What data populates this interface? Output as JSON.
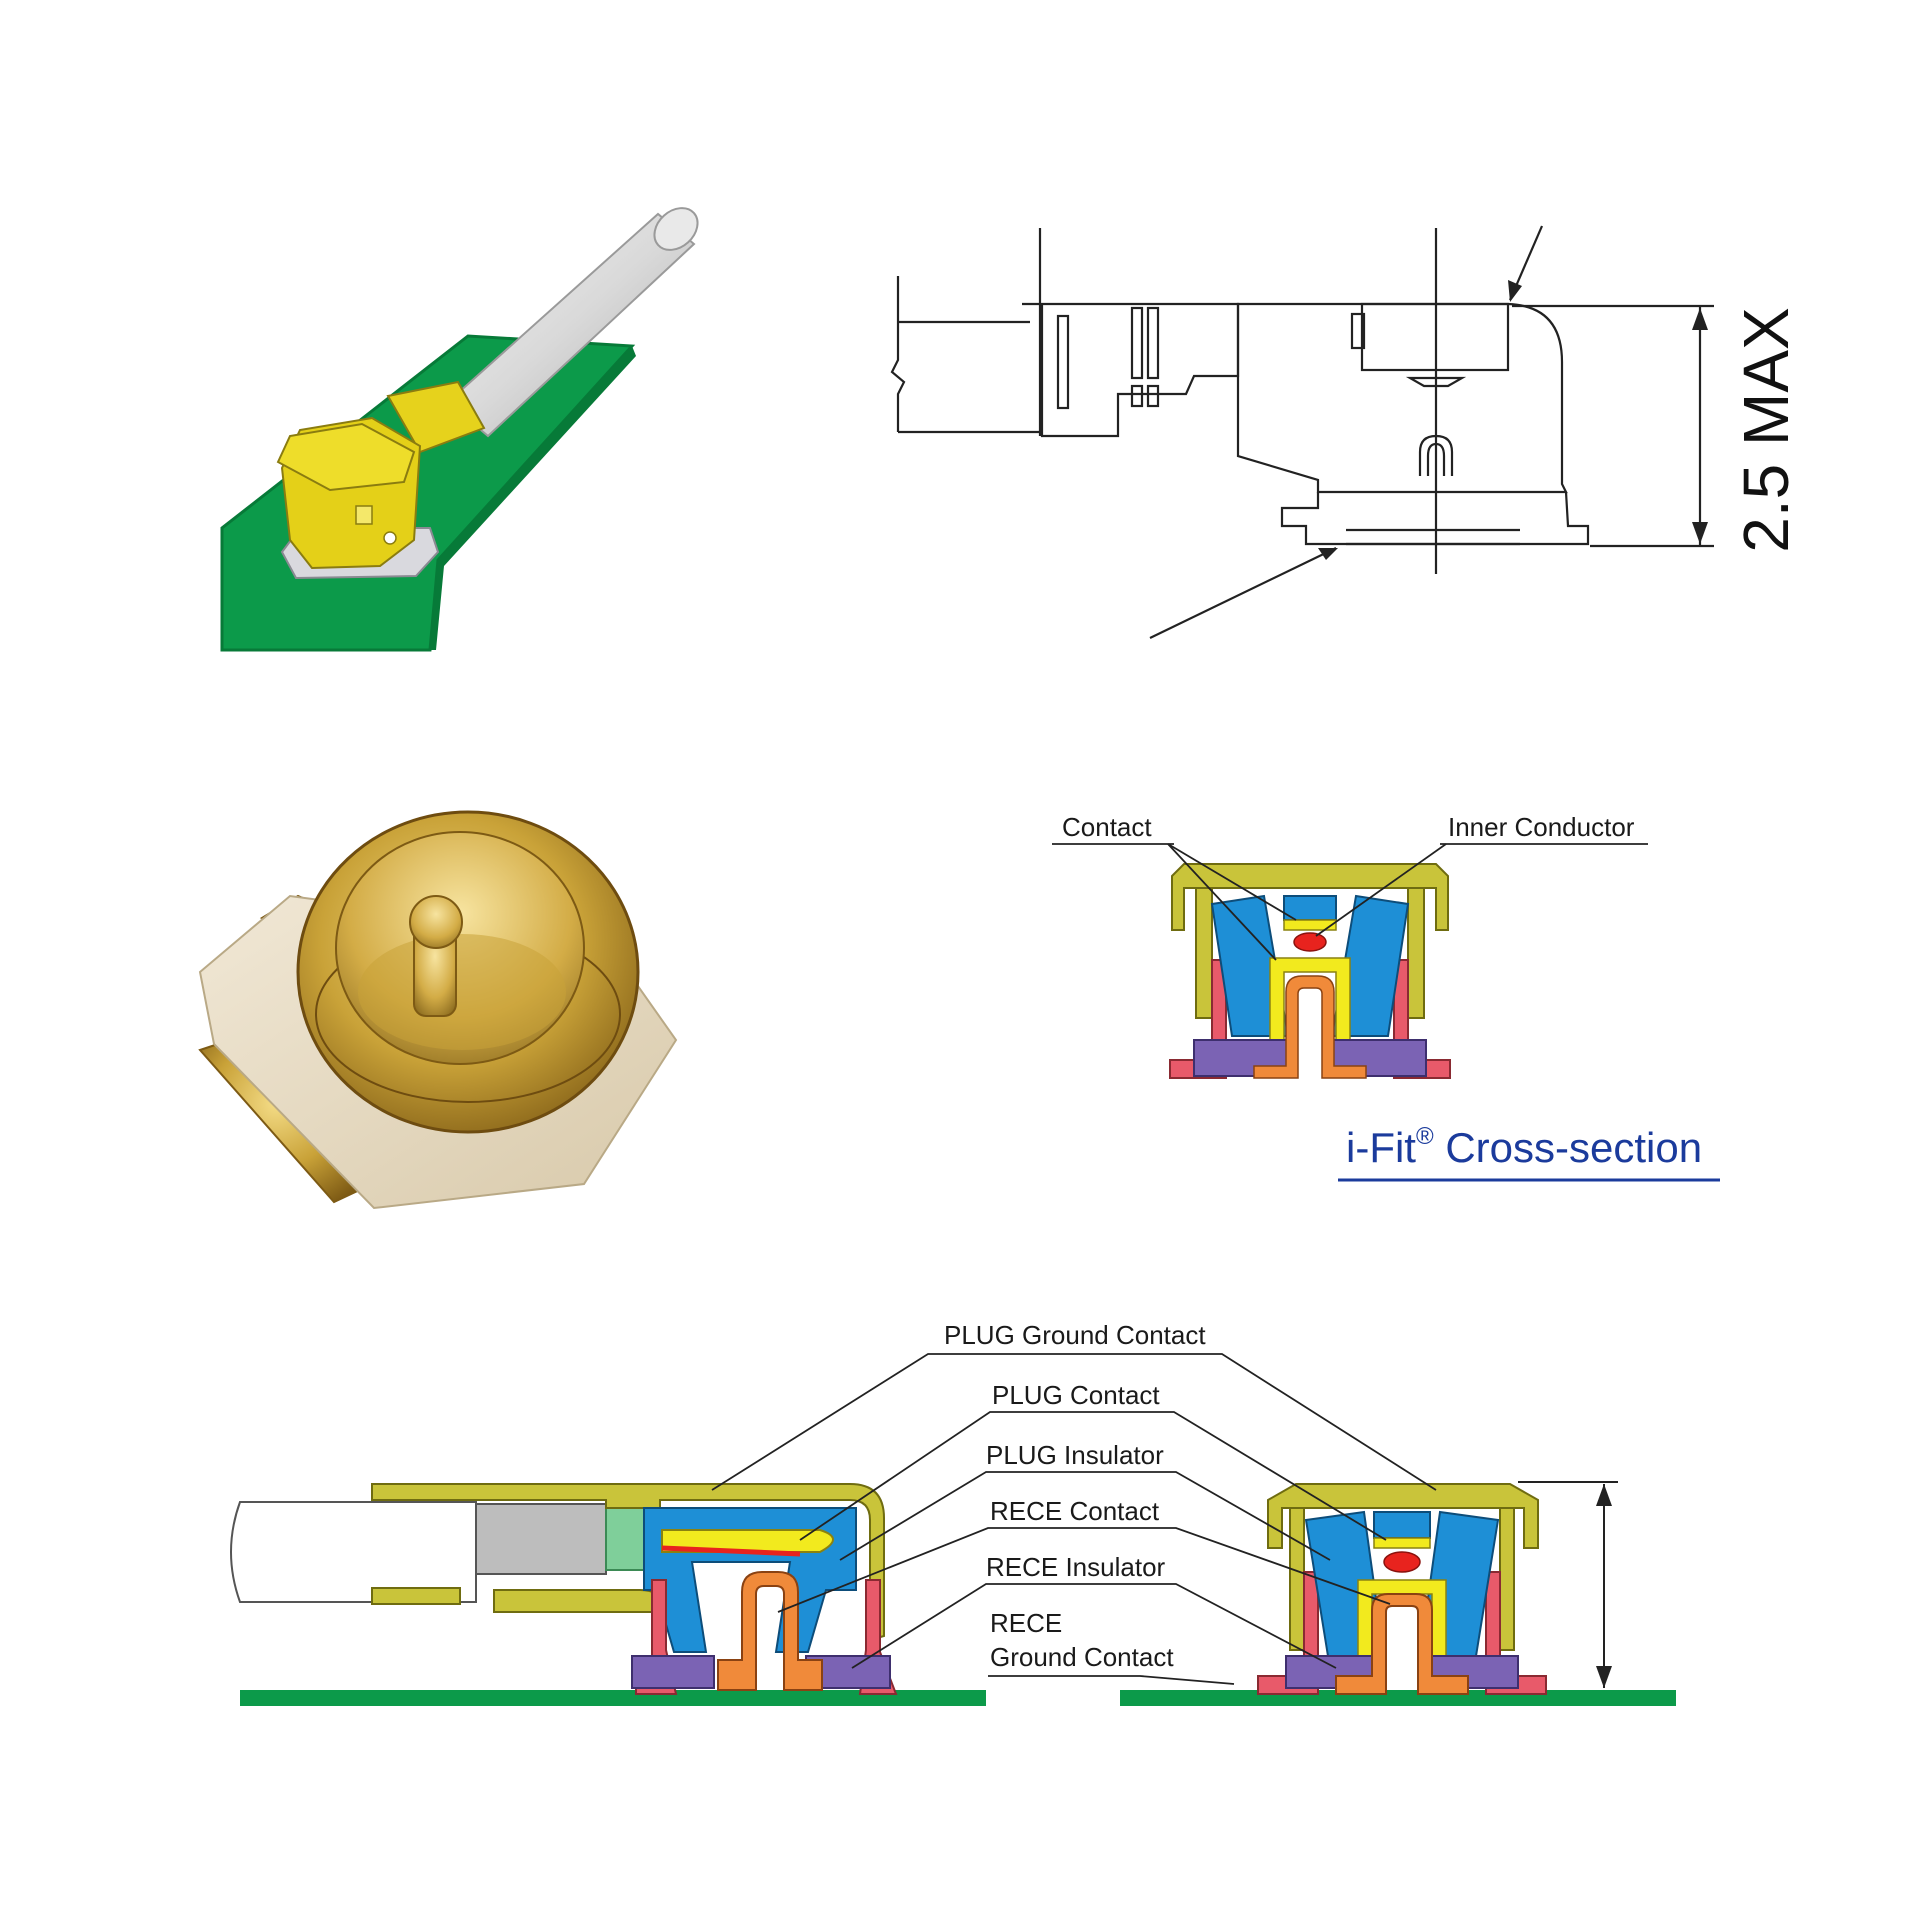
{
  "dimension": {
    "value": "2.5 MAX"
  },
  "cross_section": {
    "contact_label": "Contact",
    "inner_conductor_label": "Inner Conductor",
    "title_main": "i-Fit",
    "title_mark": "®",
    "title_rest": " Cross-section"
  },
  "assembly": {
    "labels": [
      "PLUG Ground Contact",
      "PLUG Contact",
      "PLUG Insulator",
      "RECE Contact",
      "RECE Insulator",
      "RECE",
      "Ground Contact"
    ]
  },
  "colors": {
    "pcb_green": "#0c9a4a",
    "pcb_dark": "#077a38",
    "plug_ground": "#c9c43a",
    "plug_contact": "#f2ea1e",
    "plug_insulator": "#1e8fd6",
    "rece_contact": "#f08a3a",
    "rece_insulator": "#7b63b4",
    "rece_ground": "#e85a6a",
    "signal_red": "#e8231e",
    "title_blue": "#1b3b9c",
    "gold": "#c9a238"
  }
}
